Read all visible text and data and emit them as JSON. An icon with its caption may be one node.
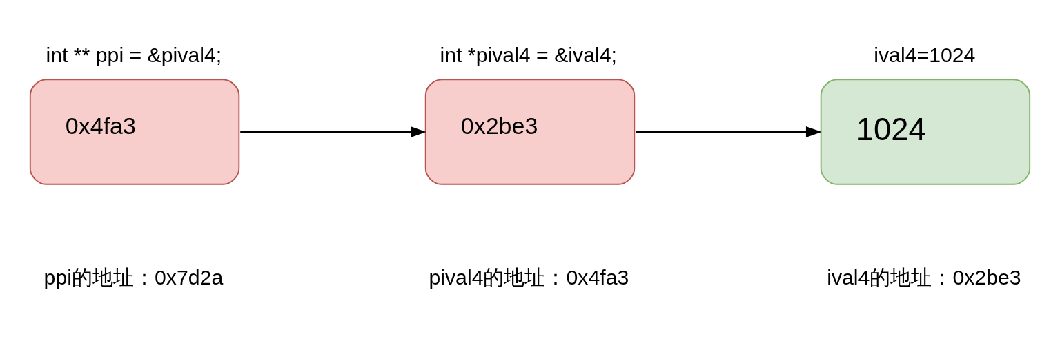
{
  "diagram": {
    "nodes": [
      {
        "text": [
          "0x4fa3"
        ],
        "beside": [
          "int ** ppi = &pival4;",
          "ppi的地址：0x7d2a"
        ]
      },
      {
        "text": [
          "0x2be3"
        ],
        "beside": [
          "int *pival4 = &ival4;",
          "pival4的地址：0x4fa3"
        ]
      },
      {
        "text": [
          "1024"
        ],
        "beside": [
          "ival4=1024",
          "ival4的地址：0x2be3"
        ]
      }
    ],
    "edges": [
      {
        "from": 0,
        "to": 1,
        "arrow": "to"
      },
      {
        "from": 1,
        "to": 2,
        "arrow": "to"
      }
    ]
  }
}
